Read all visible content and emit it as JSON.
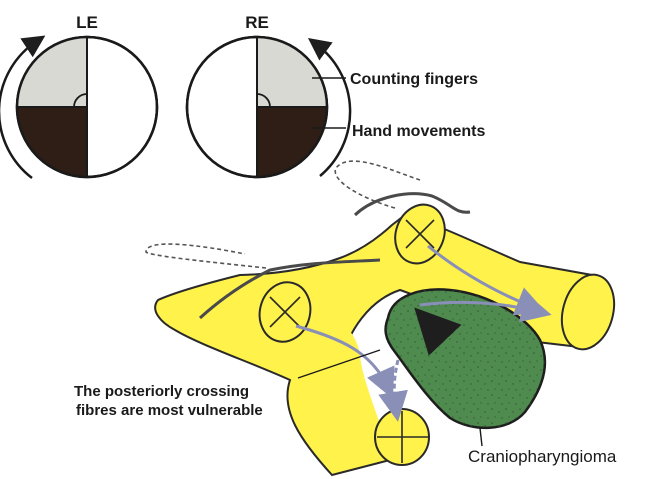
{
  "fields": {
    "left_eye": "LE",
    "right_eye": "RE"
  },
  "legend": {
    "counting_fingers": "Counting fingers",
    "hand_movements": "Hand movements"
  },
  "annotations": {
    "crossing_fibres_line1": "The posteriorly crossing",
    "crossing_fibres_line2": "fibres are most vulnerable",
    "tumour": "Craniopharyngioma"
  },
  "colors": {
    "nerve_yellow": "#fff24a",
    "tumour_green": "#4f8a4f",
    "field_dark": "#2e1e16",
    "field_light": "#d9d9d4",
    "fibre_arrow": "#8a8fb8"
  }
}
